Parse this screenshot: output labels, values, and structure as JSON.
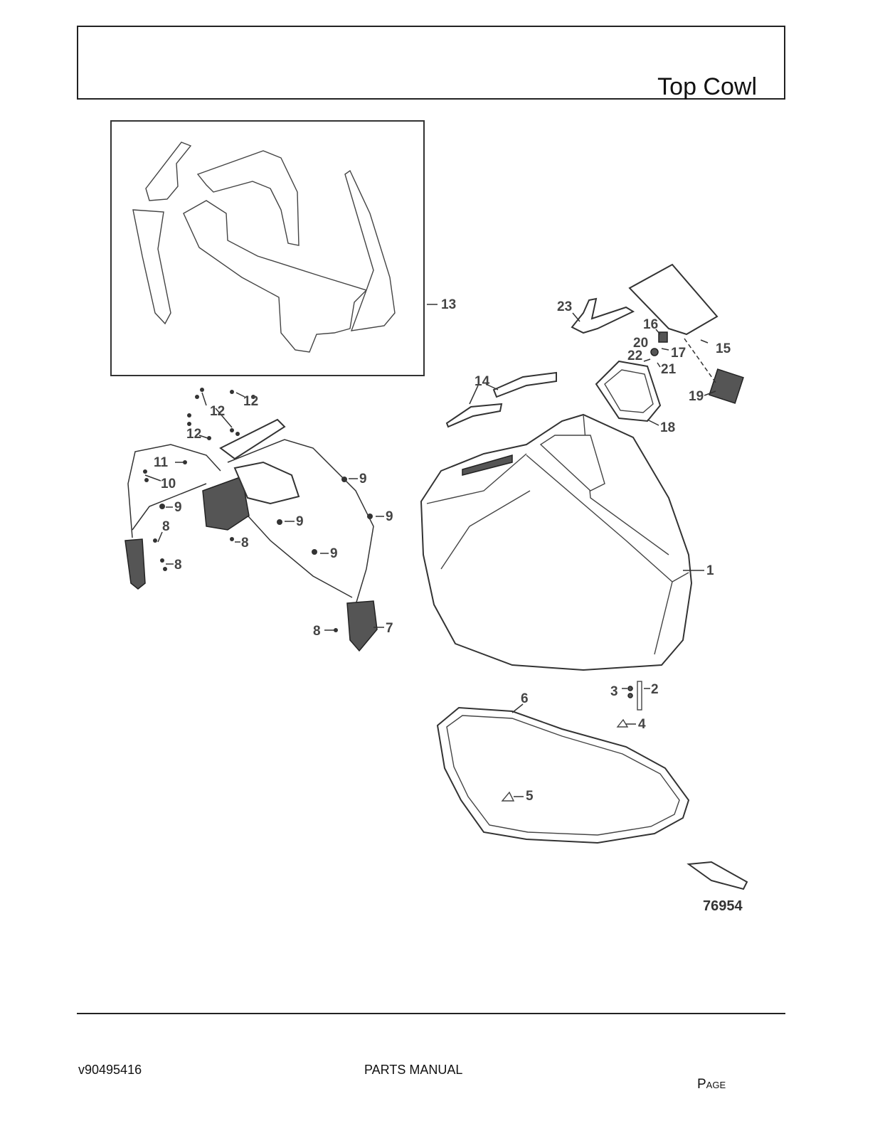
{
  "header": {
    "title": "Top Cowl"
  },
  "figure": {
    "number": "76954",
    "callouts": {
      "c1": "1",
      "c2": "2",
      "c3": "3",
      "c4": "4",
      "c5": "5",
      "c6": "6",
      "c7": "7",
      "c8a": "8",
      "c8b": "8",
      "c8c": "8",
      "c8d": "8",
      "c9a": "9",
      "c9b": "9",
      "c9c": "9",
      "c9d": "9",
      "c9e": "9",
      "c10": "10",
      "c11": "11",
      "c12a": "12",
      "c12b": "12",
      "c12c": "12",
      "c13": "13",
      "c14": "14",
      "c15": "15",
      "c16": "16",
      "c17": "17",
      "c18": "18",
      "c19": "19",
      "c20": "20",
      "c21": "21",
      "c22": "22",
      "c23": "23"
    }
  },
  "footer": {
    "doc_id": "v90495416",
    "manual": "PARTS MANUAL",
    "page_label": "Page"
  }
}
